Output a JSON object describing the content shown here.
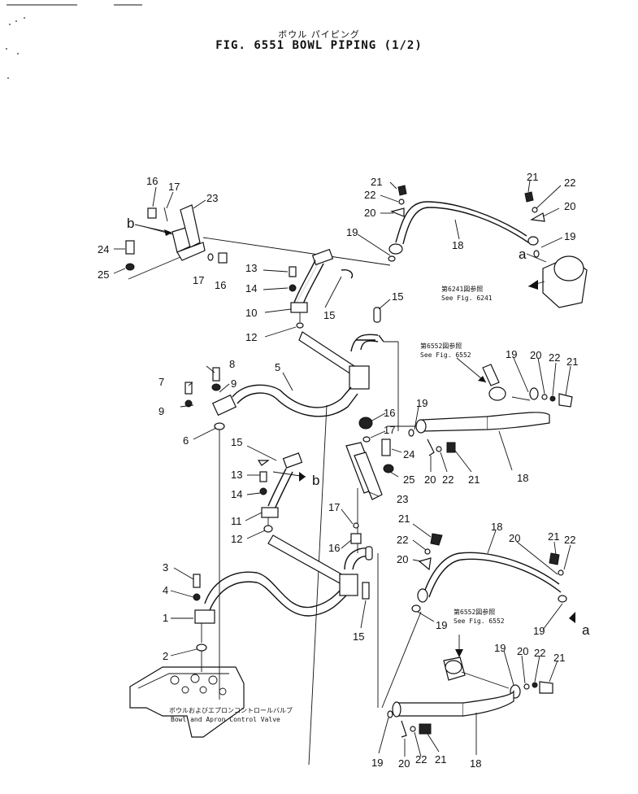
{
  "header": {
    "title_jp": "ボウル パイピング",
    "title_en": "FIG. 6551  BOWL  PIPING  (1/2)"
  },
  "notes": {
    "see_6241_jp": "第6241図参照",
    "see_6241_en": "See Fig. 6241",
    "see_6552a_jp": "第6552図参照",
    "see_6552a_en": "See Fig. 6552",
    "see_6552b_jp": "第6552図参照",
    "see_6552b_en": "See Fig. 6552",
    "valve_jp": "ボウルおよびエプロンコントロールバルブ",
    "valve_en": "Bowl and Apron Control Valve"
  },
  "labels": {
    "p16a": "16",
    "p17a": "17",
    "p23a": "23",
    "pb1": "b",
    "p24a": "24",
    "p25a": "25",
    "p17b": "17",
    "p16b": "16",
    "p21a": "21",
    "p22a": "22",
    "p20a": "20",
    "p19a": "19",
    "p18a": "18",
    "p21b": "21",
    "p22b": "22",
    "p20b": "20",
    "p19b": "19",
    "pa1": "a",
    "p13a": "13",
    "p14a": "14",
    "p10": "10",
    "p15a": "15",
    "p12a": "12",
    "p15b": "15",
    "p8": "8",
    "p7": "7",
    "p9a": "9",
    "p9b": "9",
    "p5": "5",
    "p6": "6",
    "p19c": "19",
    "p20c": "20",
    "p22c": "22",
    "p21c": "21",
    "p16c": "16",
    "p17c": "17",
    "p19d": "19",
    "p24b": "24",
    "p20d": "20",
    "p22d": "22",
    "p21d": "21",
    "p18b": "18",
    "p25b": "25",
    "p23b": "23",
    "p15c": "15",
    "pb2": "b",
    "p13b": "13",
    "p14b": "14",
    "p11": "11",
    "p12b": "12",
    "p17d": "17",
    "p16d": "16",
    "p21e": "21",
    "p22e": "22",
    "p20e": "20",
    "p18c": "18",
    "p20f": "20",
    "p21f": "21",
    "p22f": "22",
    "p3": "3",
    "p4": "4",
    "p1": "1",
    "p2": "2",
    "p15d": "15",
    "p19e": "19",
    "p19f": "19",
    "pa2": "a",
    "p19g": "19",
    "p20g": "20",
    "p22g": "22",
    "p21g": "21",
    "p19h": "19",
    "p20h": "20",
    "p22h": "22",
    "p21h": "21",
    "p18d": "18"
  }
}
